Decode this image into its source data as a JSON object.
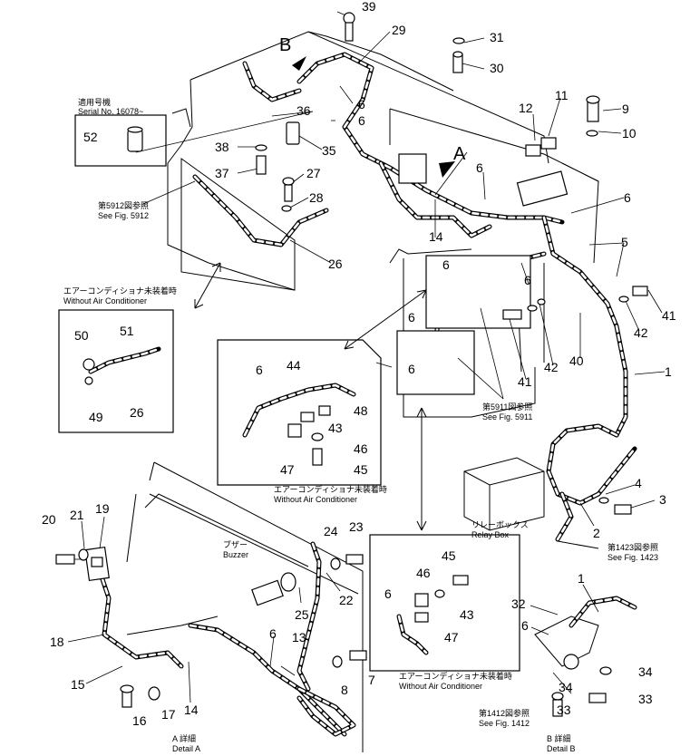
{
  "callouts": {
    "c1a": "1",
    "c1b": "1",
    "c2": "2",
    "c3": "3",
    "c4": "4",
    "c5": "5",
    "c6a": "6",
    "c6b": "6",
    "c6c": "6",
    "c6d": "6",
    "c6e": "6",
    "c6f": "6",
    "c6g": "6",
    "c6h": "6",
    "c6i": "6",
    "c6j": "6",
    "c6k": "6",
    "c6l": "6",
    "c6m": "6",
    "c7": "7",
    "c8": "8",
    "c9": "9",
    "c10": "10",
    "c11": "11",
    "c12": "12",
    "c13": "13",
    "c14a": "14",
    "c14b": "14",
    "c15": "15",
    "c16": "16",
    "c17": "17",
    "c18": "18",
    "c19": "19",
    "c20": "20",
    "c21": "21",
    "c22": "22",
    "c23": "23",
    "c24": "24",
    "c25": "25",
    "c26a": "26",
    "c26b": "26",
    "c27": "27",
    "c28": "28",
    "c29": "29",
    "c30": "30",
    "c31": "31",
    "c32": "32",
    "c33a": "33",
    "c33b": "33",
    "c34a": "34",
    "c34b": "34",
    "c35": "35",
    "c36": "36",
    "c37": "37",
    "c38": "38",
    "c39": "39",
    "c40": "40",
    "c41a": "41",
    "c41b": "41",
    "c42a": "42",
    "c42b": "42",
    "c43a": "43",
    "c43b": "43",
    "c44": "44",
    "c45a": "45",
    "c45b": "45",
    "c46a": "46",
    "c46b": "46",
    "c47a": "47",
    "c47b": "47",
    "c48": "48",
    "c49": "49",
    "c50": "50",
    "c51": "51",
    "c52": "52"
  },
  "letters": {
    "A": "A",
    "B": "B"
  },
  "labels": {
    "serial_jp": "適用号機",
    "serial_en": "Serial No. 16078~",
    "fig5912_jp": "第5912図参照",
    "fig5912_en": "See Fig. 5912",
    "fig5911_jp": "第5911図参照",
    "fig5911_en": "See Fig. 5911",
    "fig1423_jp": "第1423図参照",
    "fig1423_en": "See Fig. 1423",
    "fig1412_jp": "第1412図参照",
    "fig1412_en": "See Fig. 1412",
    "noac1_jp": "エアーコンディショナ未装着時",
    "noac1_en": "Without Air Conditioner",
    "noac2_jp": "エアーコンディショナ未装着時",
    "noac2_en": "Without Air Conditioner",
    "noac3_jp": "エアーコンディショナ未装着時",
    "noac3_en": "Without Air Conditioner",
    "relay_jp": "リレーボックス",
    "relay_en": "Relay Box",
    "buzzer_jp": "ブザー",
    "buzzer_en": "Buzzer",
    "detailA_jp": "A 詳細",
    "detailA_en": "Detail A",
    "detailB_jp": "B 詳細",
    "detailB_en": "Detail B"
  }
}
